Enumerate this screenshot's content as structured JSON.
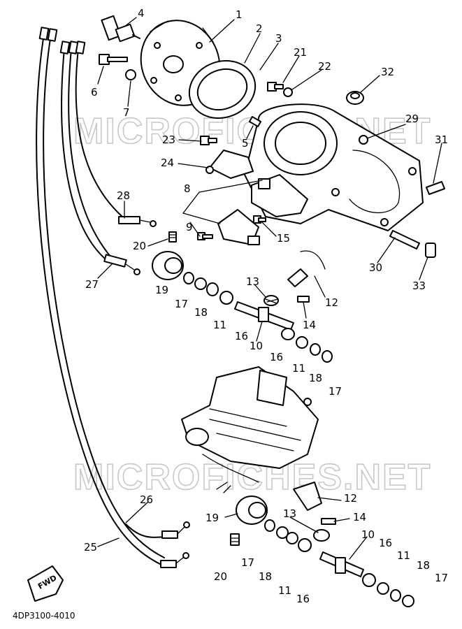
{
  "watermarks": [
    "MICROFICHES.NET",
    "MICROFICHES.NET"
  ],
  "diagram_code": "4DP3100-4010",
  "fwd_label": "FWD",
  "callouts": [
    {
      "id": "c1",
      "text": "1"
    },
    {
      "id": "c2",
      "text": "2"
    },
    {
      "id": "c3",
      "text": "3"
    },
    {
      "id": "c4",
      "text": "4"
    },
    {
      "id": "c5",
      "text": "5"
    },
    {
      "id": "c6",
      "text": "6"
    },
    {
      "id": "c7",
      "text": "7"
    },
    {
      "id": "c8",
      "text": "8"
    },
    {
      "id": "c9",
      "text": "9"
    },
    {
      "id": "c10a",
      "text": "10"
    },
    {
      "id": "c10b",
      "text": "10"
    },
    {
      "id": "c11a",
      "text": "11"
    },
    {
      "id": "c11b",
      "text": "11"
    },
    {
      "id": "c11c",
      "text": "11"
    },
    {
      "id": "c11d",
      "text": "11"
    },
    {
      "id": "c12a",
      "text": "12"
    },
    {
      "id": "c12b",
      "text": "12"
    },
    {
      "id": "c13a",
      "text": "13"
    },
    {
      "id": "c13b",
      "text": "13"
    },
    {
      "id": "c14a",
      "text": "14"
    },
    {
      "id": "c14b",
      "text": "14"
    },
    {
      "id": "c15",
      "text": "15"
    },
    {
      "id": "c16a",
      "text": "16"
    },
    {
      "id": "c16b",
      "text": "16"
    },
    {
      "id": "c16c",
      "text": "16"
    },
    {
      "id": "c16d",
      "text": "16"
    },
    {
      "id": "c17a",
      "text": "17"
    },
    {
      "id": "c17b",
      "text": "17"
    },
    {
      "id": "c17c",
      "text": "17"
    },
    {
      "id": "c17d",
      "text": "17"
    },
    {
      "id": "c18a",
      "text": "18"
    },
    {
      "id": "c18b",
      "text": "18"
    },
    {
      "id": "c18c",
      "text": "18"
    },
    {
      "id": "c18d",
      "text": "18"
    },
    {
      "id": "c19a",
      "text": "19"
    },
    {
      "id": "c19b",
      "text": "19"
    },
    {
      "id": "c20a",
      "text": "20"
    },
    {
      "id": "c20b",
      "text": "20"
    },
    {
      "id": "c21",
      "text": "21"
    },
    {
      "id": "c22",
      "text": "22"
    },
    {
      "id": "c23",
      "text": "23"
    },
    {
      "id": "c24",
      "text": "24"
    },
    {
      "id": "c25",
      "text": "25"
    },
    {
      "id": "c26",
      "text": "26"
    },
    {
      "id": "c27",
      "text": "27"
    },
    {
      "id": "c28",
      "text": "28"
    },
    {
      "id": "c29",
      "text": "29"
    },
    {
      "id": "c30",
      "text": "30"
    },
    {
      "id": "c31",
      "text": "31"
    },
    {
      "id": "c32",
      "text": "32"
    },
    {
      "id": "c33",
      "text": "33"
    }
  ]
}
